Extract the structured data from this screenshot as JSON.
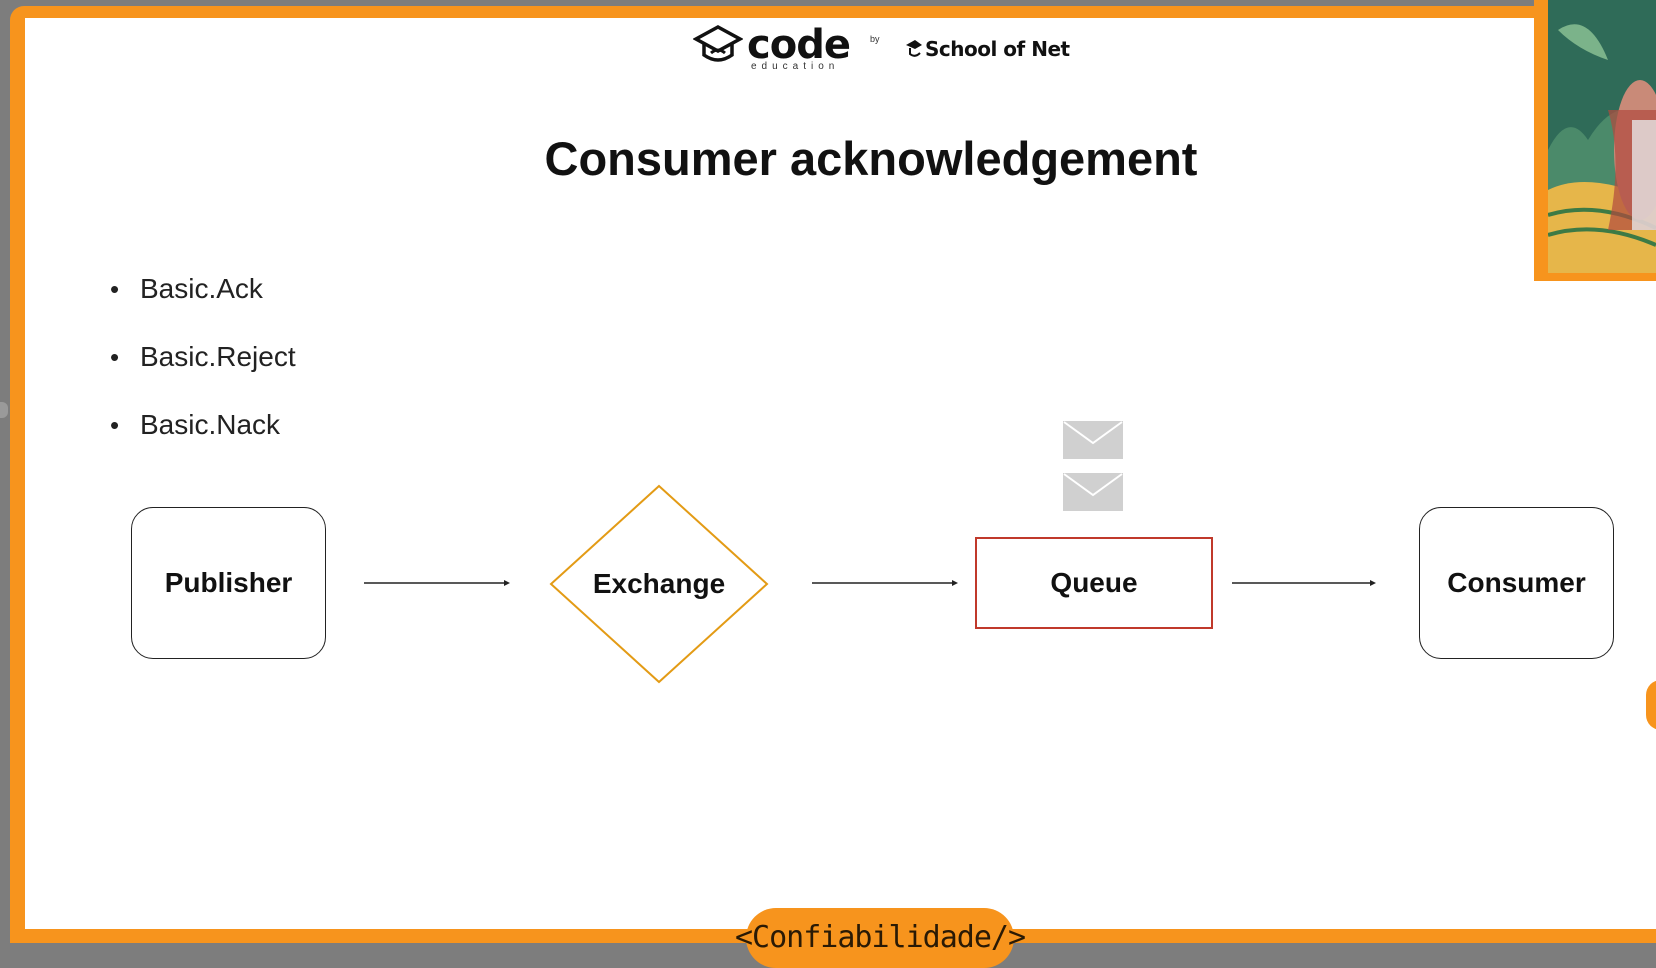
{
  "header": {
    "code_logo_text": "code",
    "code_logo_sub": "education",
    "by_text": "by",
    "school_logo_text": "School of Net"
  },
  "slide": {
    "title": "Consumer acknowledgement",
    "bullets": [
      "Basic.Ack",
      "Basic.Reject",
      "Basic.Nack"
    ]
  },
  "diagram": {
    "nodes": {
      "publisher": "Publisher",
      "exchange": "Exchange",
      "queue": "Queue",
      "consumer": "Consumer"
    },
    "queued_messages": 2,
    "colors": {
      "exchange_border": "#e39b15",
      "queue_border": "#c0392b",
      "envelope": "#d0d0d0"
    }
  },
  "footer": {
    "section_label": "<Confiabilidade/>"
  },
  "theme": {
    "accent": "#f7941d"
  }
}
